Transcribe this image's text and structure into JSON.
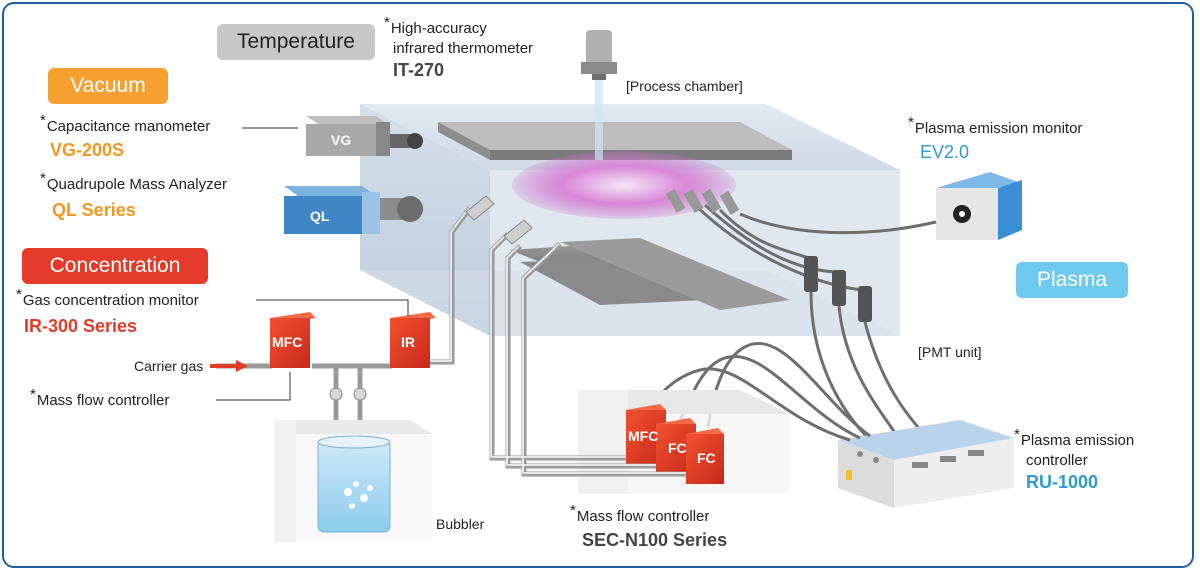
{
  "categories": {
    "temperature": {
      "label": "Temperature",
      "color": "#c8c8c8"
    },
    "vacuum": {
      "label": "Vacuum",
      "color": "#f5a031"
    },
    "concentration": {
      "label": "Concentration",
      "color": "#e53b2b"
    },
    "plasma": {
      "label": "Plasma",
      "color": "#6fc9ec"
    }
  },
  "star": "*",
  "products": {
    "thermometer": {
      "desc1": "High-accuracy",
      "desc2": "infrared thermometer",
      "model": "IT-270"
    },
    "manometer": {
      "desc": "Capacitance manometer",
      "model": "VG-200S"
    },
    "mass_analyzer": {
      "desc": "Quadrupole Mass Analyzer",
      "model": "QL Series"
    },
    "gas_monitor": {
      "desc": "Gas concentration monitor",
      "model": "IR-300 Series"
    },
    "mfc_single": {
      "desc": "Mass flow controller"
    },
    "emission_monitor": {
      "desc": "Plasma emission monitor",
      "model": "EV2.0"
    },
    "emission_controller": {
      "desc1": "Plasma emission",
      "desc2": "controller",
      "model": "RU-1000"
    },
    "sec": {
      "desc": "Mass flow controller",
      "model": "SEC-N100 Series"
    }
  },
  "notes": {
    "process_chamber": "[Process chamber]",
    "pmt_unit": "[PMT unit]",
    "carrier_gas": "Carrier gas",
    "bubbler": "Bubbler"
  },
  "device_labels": {
    "vg": "VG",
    "ql": "QL",
    "mfc": "MFC",
    "ir": "IR",
    "mfc2": "MFC",
    "fc1": "FC",
    "fc2": "FC"
  }
}
